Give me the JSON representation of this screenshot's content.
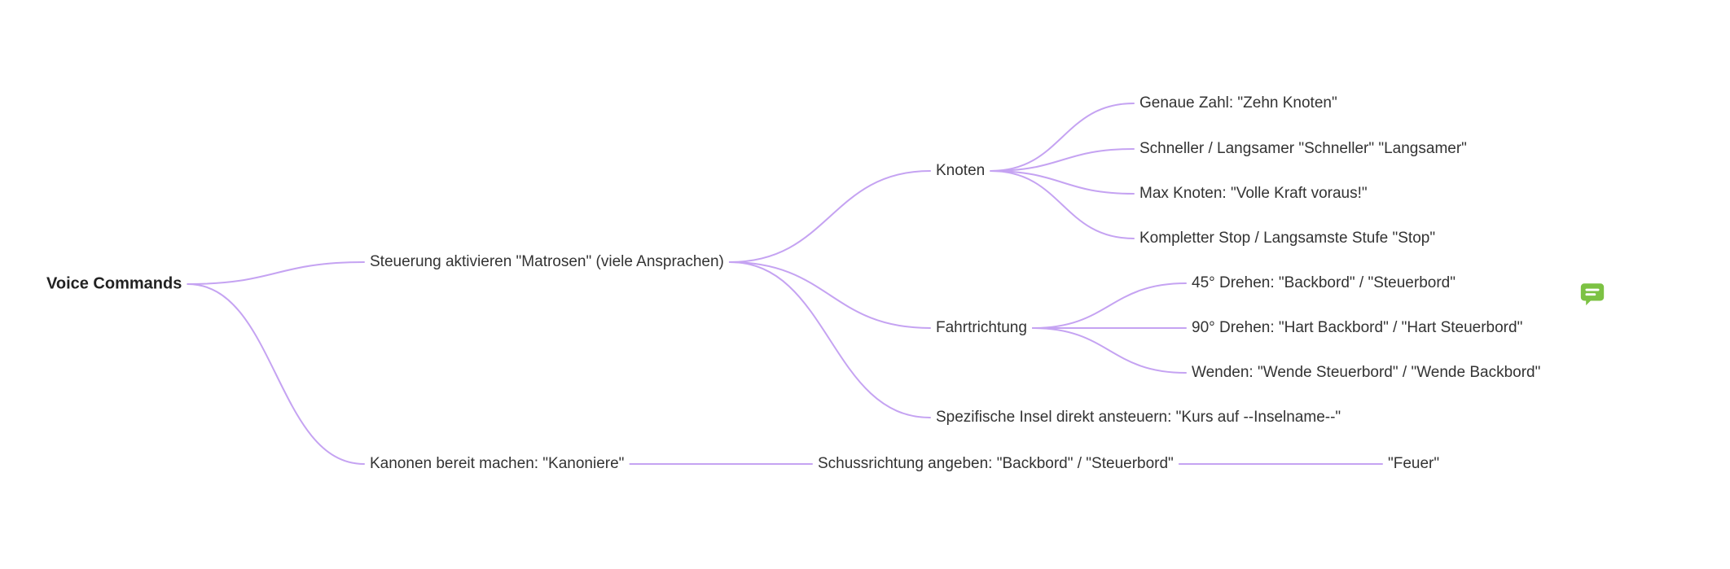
{
  "colors": {
    "connector": "#c5a3f2",
    "comment_icon": "#7cc243",
    "text": "#333333",
    "background": "#ffffff"
  },
  "tree": {
    "label": "Voice Commands",
    "children": [
      {
        "label": "Steuerung aktivieren \"Matrosen\" (viele Ansprachen)",
        "children": [
          {
            "label": "Knoten",
            "children": [
              {
                "label": "Genaue Zahl: \"Zehn Knoten\""
              },
              {
                "label": "Schneller / Langsamer \"Schneller\" \"Langsamer\""
              },
              {
                "label": "Max Knoten: \"Volle Kraft voraus!\""
              },
              {
                "label": "Kompletter Stop / Langsamste Stufe \"Stop\""
              }
            ]
          },
          {
            "label": "Fahrtrichtung",
            "children": [
              {
                "label": "45° Drehen: \"Backbord\" / \"Steuerbord\""
              },
              {
                "label": "90° Drehen: \"Hart Backbord\" / \"Hart Steuerbord\""
              },
              {
                "label": "Wenden: \"Wende Steuerbord\" / \"Wende Backbord\""
              }
            ]
          },
          {
            "label": "Spezifische Insel direkt ansteuern: \"Kurs auf --Inselname--\""
          }
        ]
      },
      {
        "label": "Kanonen bereit machen: \"Kanoniere\"",
        "children": [
          {
            "label": "Schussrichtung angeben: \"Backbord\" / \"Steuerbord\"",
            "children": [
              {
                "label": "\"Feuer\""
              }
            ]
          }
        ]
      }
    ]
  }
}
